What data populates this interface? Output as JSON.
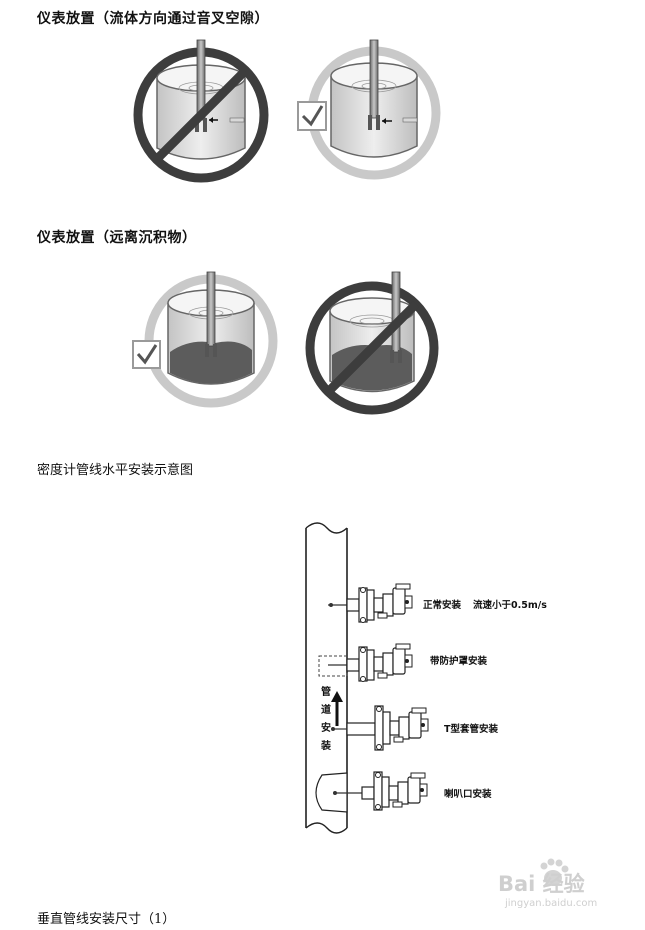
{
  "section1": {
    "heading": "仪表放置（流体方向通过音叉空隙）"
  },
  "section2": {
    "heading": "仪表放置（远离沉积物）"
  },
  "pipe_caption": "密度计管线水平安装示意图",
  "pipe_diagram": {
    "labels": {
      "normal": "正常安装",
      "flow": "流速小于0.5m/s",
      "shield": "带防护罩安装",
      "tee": "T型套管安装",
      "horn": "喇叭口安装"
    },
    "vertical_label": [
      "管",
      "道",
      "安",
      "装"
    ]
  },
  "bottom_caption": "垂直管线安装尺寸（1）",
  "watermark": {
    "brand": "Bai 经验",
    "url": "jingyan.baidu.com"
  }
}
